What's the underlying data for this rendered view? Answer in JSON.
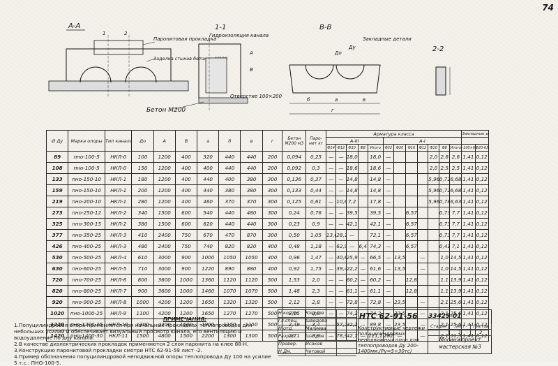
{
  "page_number": "74",
  "drawing": {
    "section_aa": "А-А",
    "section_11": "1-1",
    "section_vv": "В-В",
    "section_22": "2-2",
    "label_paronit": "Паронитовая прокладка",
    "label_zadelka": "Заделка стыков бетоном М200",
    "label_hydro": "Гидроизоляция канала",
    "label_zaklad": "Закладные детали",
    "label_beton": "Бетон М200",
    "label_otv": "Отверстие 100×200",
    "dim_dy": "Дy",
    "dim_do": "До",
    "dim_b": "б",
    "dim_a": "а",
    "dim_v": "в",
    "dim_g": "г",
    "dim_A": "А",
    "dim_B": "В",
    "dim_n1": "1",
    "dim_n2": "2"
  },
  "table": {
    "headers": {
      "dy": "Ø Дy",
      "marka": "Марка опоры",
      "tip": "Тип канала",
      "do": "До",
      "A": "А",
      "B": "В",
      "a": "а",
      "b": "б",
      "v": "в",
      "g": "г",
      "beton": "Бетон М200 м3",
      "paronit": "Паро- нит кг",
      "armatura": "Арматура класса",
      "a3": "А-III",
      "a1": "А-I",
      "zaklad": "Закладные детали",
      "sub": [
        "Ф14",
        "Ф12",
        "Ф10",
        "Ф8",
        "Итого",
        "Ф32",
        "Ф20",
        "Ф16",
        "Ф12",
        "Ф10",
        "Ф8",
        "Итого",
        "-100×6",
        "Ф20-65"
      ]
    },
    "rows": [
      [
        "89",
        "пно-100-5",
        "НКЛ-0",
        "100",
        "1200",
        "400",
        "320",
        "440",
        "440",
        "200",
        "0,094",
        "0,25",
        "—",
        "—",
        "18,0",
        "",
        "18,0",
        "—",
        "",
        "",
        "",
        "2,0",
        "2,6",
        "2,6",
        "1,41",
        "0,12"
      ],
      [
        "108",
        "пно-100-5",
        "НКЛ-0",
        "150",
        "1200",
        "400",
        "400",
        "440",
        "440",
        "200",
        "0,092",
        "0,3",
        "—",
        "—",
        "18,6",
        "",
        "18,6",
        "—",
        "",
        "",
        "",
        "2,0",
        "2,5",
        "2,5",
        "1,41",
        "0,12"
      ],
      [
        "133",
        "пно-150-10",
        "НКЛ-1",
        "180",
        "1200",
        "400",
        "440",
        "400",
        "380",
        "300",
        "0,136",
        "0,37",
        "—",
        "—",
        "14,8",
        "",
        "14,8",
        "—",
        "",
        "",
        "",
        "5,96",
        "0,72",
        "6,68",
        "1,41",
        "0,12"
      ],
      [
        "159",
        "пно-150-10",
        "НКЛ-1",
        "200",
        "1200",
        "400",
        "440",
        "380",
        "380",
        "300",
        "0,133",
        "0,44",
        "—",
        "—",
        "14,8",
        "",
        "14,8",
        "—",
        "",
        "",
        "",
        "5,96",
        "0,72",
        "6,68",
        "1,41",
        "0,12"
      ],
      [
        "219",
        "пно-200-10",
        "НКЛ-1",
        "280",
        "1200",
        "400",
        "460",
        "370",
        "370",
        "300",
        "0,125",
        "0,61",
        "—",
        "10,6",
        "7,2",
        "",
        "17,8",
        "—",
        "",
        "",
        "",
        "5,96",
        "0,78",
        "6,63",
        "1,41",
        "0,12"
      ],
      [
        "273",
        "пно-250-12",
        "НКЛ-2",
        "340",
        "1500",
        "600",
        "540",
        "440",
        "480",
        "300",
        "0,24",
        "0,76",
        "—",
        "—",
        "39,5",
        "",
        "39,5",
        "—",
        "",
        "6,57",
        "",
        "",
        "0,73",
        "7,7",
        "1,41",
        "0,12"
      ],
      [
        "325",
        "пно-300-15",
        "НКЛ-2",
        "380",
        "1500",
        "600",
        "620",
        "440",
        "440",
        "300",
        "0,23",
        "0,9",
        "—",
        "—",
        "42,1",
        "",
        "42,1",
        "—",
        "",
        "6,57",
        "",
        "",
        "0,73",
        "7,7",
        "1,41",
        "0,12"
      ],
      [
        "377",
        "пно-350-25",
        "НКЛ-3",
        "410",
        "2400",
        "750",
        "670",
        "470",
        "870",
        "300",
        "0,50",
        "1,05",
        "13,6",
        "28,1",
        "—",
        "",
        "72,1",
        "—",
        "",
        "6,57",
        "",
        "",
        "0,73",
        "7,7",
        "1,41",
        "0,12"
      ],
      [
        "426",
        "пно-400-25",
        "НКЛ-3",
        "480",
        "2400",
        "750",
        "740",
        "820",
        "820",
        "400",
        "0,48",
        "1,18",
        "—",
        "62,9",
        "—",
        "6,4",
        "74,3",
        "—",
        "",
        "6,57",
        "",
        "",
        "0,41",
        "7,1",
        "1,41",
        "0,12"
      ],
      [
        "530",
        "пно-500-25",
        "НКЛ-4",
        "610",
        "3000",
        "900",
        "1000",
        "1050",
        "1050",
        "400",
        "0,96",
        "1,47",
        "—",
        "40,6",
        "25,9",
        "—",
        "66,5",
        "—",
        "13,5",
        "",
        "—",
        "",
        "1,0",
        "14,5",
        "1,41",
        "0,12"
      ],
      [
        "630",
        "пно-600-25",
        "НКЛ-5",
        "710",
        "3000",
        "900",
        "1220",
        "890",
        "880",
        "400",
        "0,92",
        "1,75",
        "—",
        "39,4",
        "22,2",
        "—",
        "61,6",
        "—",
        "13,5",
        "",
        "—",
        "",
        "1,0",
        "14,5",
        "1,41",
        "0,12"
      ],
      [
        "720",
        "пно-700-25",
        "НКЛ-6",
        "800",
        "3600",
        "1000",
        "1360",
        "1120",
        "1120",
        "500",
        "1,53",
        "2,0",
        "—",
        "—",
        "60,2",
        "—",
        "60,2",
        "—",
        "",
        "12,8",
        "",
        "",
        "1,1",
        "13,9",
        "1,41",
        "0,12"
      ],
      [
        "820",
        "пно-800-25",
        "НКЛ-7",
        "900",
        "3600",
        "1000",
        "1460",
        "1070",
        "1070",
        "500",
        "1,48",
        "2,3",
        "—",
        "—",
        "61,1",
        "—",
        "61,1",
        "—",
        "",
        "12,8",
        "",
        "",
        "1,1",
        "13,9",
        "1,41",
        "0,12"
      ],
      [
        "920",
        "пно-900-25",
        "НКЛ-8",
        "1000",
        "4200",
        "1200",
        "1650",
        "1320",
        "1320",
        "500",
        "2,12",
        "2,8",
        "—",
        "—",
        "72,8",
        "—",
        "72,8",
        "—",
        "23,5",
        "",
        "—",
        "",
        "2,1",
        "25,6",
        "1,41",
        "0,12"
      ],
      [
        "1020",
        "пно-1000-25",
        "НКЛ-9",
        "1100",
        "4200",
        "1200",
        "1650",
        "1270",
        "1270",
        "500",
        "2,05",
        "2,8",
        "—",
        "—",
        "74,2",
        "—",
        "74,2",
        "—",
        "23,5",
        "",
        "—",
        "",
        "2,1",
        "25,6",
        "1,41",
        "0,12"
      ],
      [
        "1220",
        "пно-1200-25",
        "НКЛ-10",
        "1300",
        "4200",
        "1500",
        "1900",
        "1150",
        "1150",
        "500",
        "2,49",
        "3,4",
        "—",
        "57,7",
        "32,1",
        "—",
        "89,8",
        "—",
        "23,5",
        "",
        "—",
        "",
        "2,1",
        "25,6",
        "1,41",
        "0,12"
      ],
      [
        "1420",
        "пно-1400-30",
        "НКЛ-11",
        "1500",
        "4800",
        "1500",
        "2200",
        "1300",
        "1300",
        "500",
        "2,71",
        "3,9",
        "—",
        "78,9",
        "42,7",
        "—",
        "121,1",
        "282",
        "—",
        "",
        "—",
        "",
        "2,1",
        "31,3",
        "1,41",
        "0,12"
      ]
    ]
  },
  "notes": {
    "title": "ПРИМЕЧАНИЯ:",
    "items": [
      "1.Полуцилиндровая опора применяется при канальных прокладках теплопроводов для небольших усилий и обеспечивает визуальный просмотр канала, его вентиляцию и водоудаление по дну канала.",
      "2.В качестве диэлектрических прокладок применяются 2 слоя паронита на клее 88-Н.",
      "3.Конструкцию паронитовой прокладки смотри НТС 62-91-59 лист -2.",
      "4.Пример обозначения полуцилиндровой неподвижной опоры теплопровода Ду 100 на усилие 5 т.с.: ПНО-100-5."
    ]
  },
  "stamp": {
    "code": "НТС 62-91-56",
    "code2": "33429-01",
    "desc": "Конструктивные чертежи полуцилиндровых неподвижных опор для теплопроводов Ду 200-1400мм.(Ру=5÷30тс)",
    "stadia_label": "Стадия",
    "list_label": "Лист",
    "listov_label": "Листов",
    "list_value": "1",
    "listov_value": "2",
    "org1": "Мосинжпроект",
    "org2": "мастерская №3",
    "signatures": [
      [
        "Н.контр.",
        "Юнусов"
      ],
      [
        "Гл.спец.",
        "Шведова"
      ],
      [
        "Н.отд.",
        "Малиева"
      ],
      [
        "Разраб.",
        "Шатров"
      ],
      [
        "Провер.",
        "Исаков"
      ],
      [
        "Н.Дм.",
        "Четовой"
      ]
    ]
  }
}
